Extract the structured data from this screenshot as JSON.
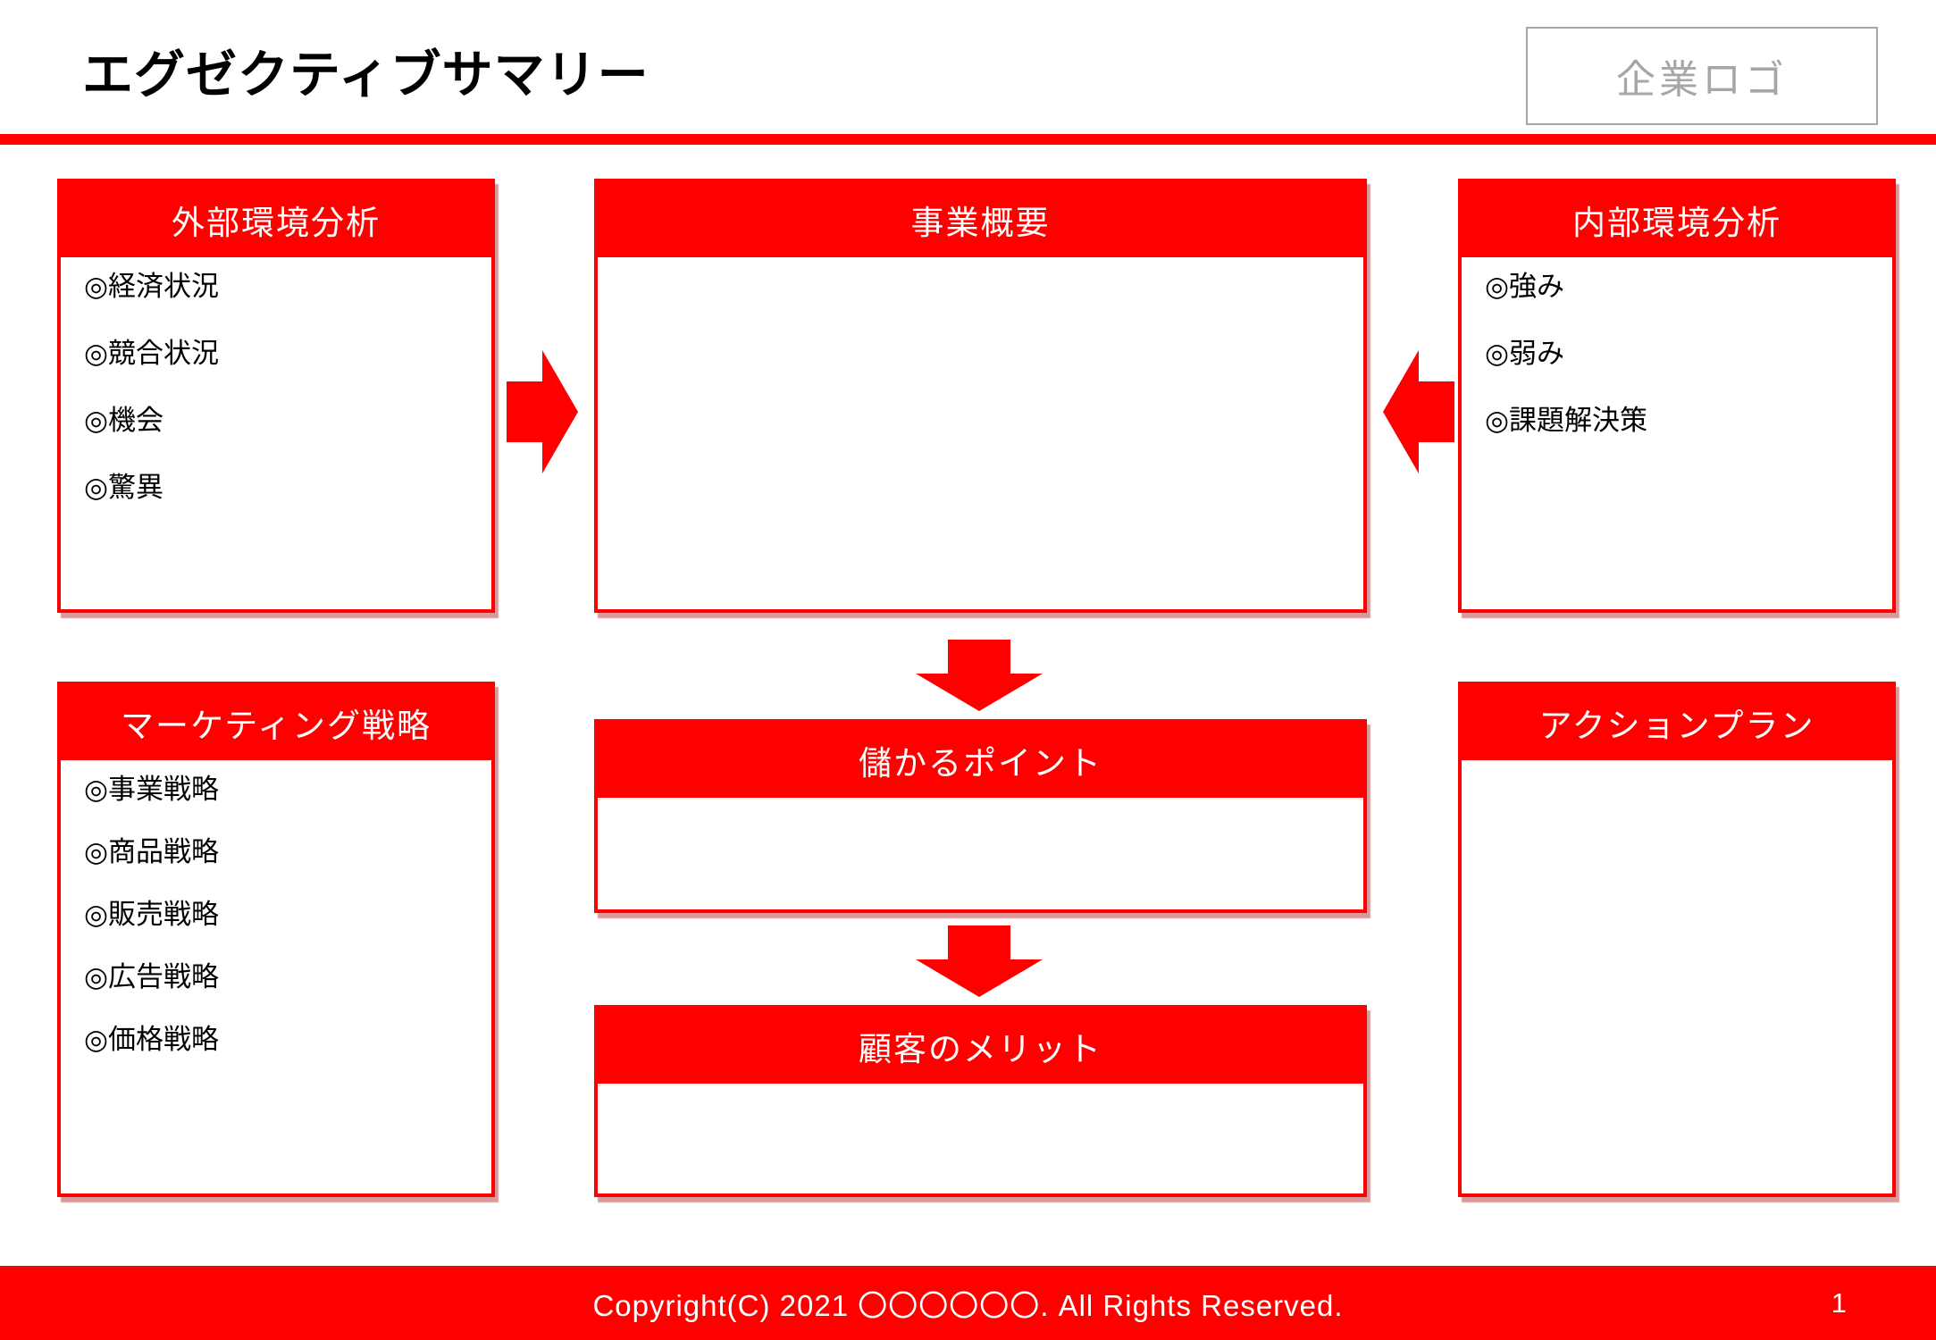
{
  "slide": {
    "title": "エグゼクティブサマリー",
    "logo_placeholder": "企業ロゴ",
    "footer": {
      "copyright": "Copyright(C) 2021 〇〇〇〇〇〇. All Rights Reserved.",
      "page_number": "1"
    },
    "colors": {
      "accent_red": "#ff0000",
      "logo_gray": "#a6a6a6",
      "header_text": "#ffffff",
      "body_text": "#000000"
    }
  },
  "panels": {
    "external_environment": {
      "title": "外部環境分析",
      "items": [
        "◎経済状況",
        "◎競合状況",
        "◎機会",
        "◎驚異"
      ]
    },
    "business_overview": {
      "title": "事業概要",
      "items": []
    },
    "internal_environment": {
      "title": "内部環境分析",
      "items": [
        "◎強み",
        "◎弱み",
        "◎課題解決策"
      ]
    },
    "marketing_strategy": {
      "title": "マーケティング戦略",
      "items": [
        "◎事業戦略",
        "◎商品戦略",
        "◎販売戦略",
        "◎広告戦略",
        "◎価格戦略"
      ]
    },
    "profit_point": {
      "title": "儲かるポイント",
      "items": []
    },
    "customer_merit": {
      "title": "顧客のメリット",
      "items": []
    },
    "action_plan": {
      "title": "アクションプラン",
      "items": []
    }
  },
  "arrows": {
    "left_to_center": "right-arrow",
    "right_to_center": "left-arrow",
    "overview_to_profit": "down-arrow",
    "profit_to_customer": "down-arrow"
  }
}
